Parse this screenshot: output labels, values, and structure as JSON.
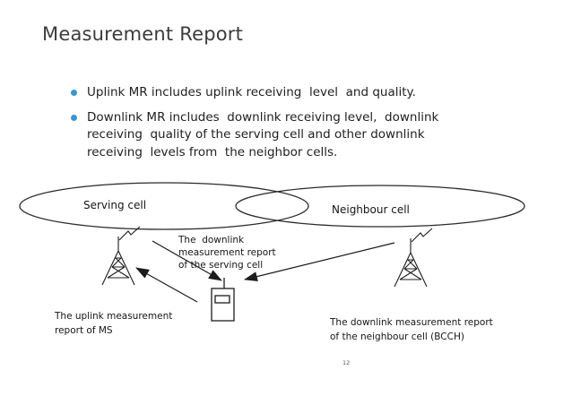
{
  "slide": {
    "title": "Measurement Report",
    "page_number": "12",
    "bullets": [
      {
        "text": "Uplink MR includes uplink receiving  level  and quality."
      },
      {
        "text": "Downlink MR includes  downlink receiving level,  downlink\nreceiving  quality of the serving cell and other downlink\nreceiving  levels from  the neighbor cells."
      }
    ]
  },
  "diagram": {
    "serving_cell_label": "Serving cell",
    "neighbour_cell_label": "Neighbour cell",
    "downlink_serving_label": "The  downlink\nmeasurement report\nof the serving cell",
    "uplink_label": "The uplink measurement\nreport of MS",
    "downlink_neighbour_label": "The downlink measurement report\nof the neighbour cell (BCCH)",
    "icons": {
      "serving_tower": "cell-tower-icon",
      "neighbour_tower": "cell-tower-icon",
      "mobile_station": "mobile-phone-icon",
      "signal": "zigzag-signal-icon"
    }
  },
  "colors": {
    "bullet": "#3a96cc",
    "title_text": "#3c3c3c",
    "body_text": "#1f1f1f",
    "line": "#1c1c1c"
  }
}
